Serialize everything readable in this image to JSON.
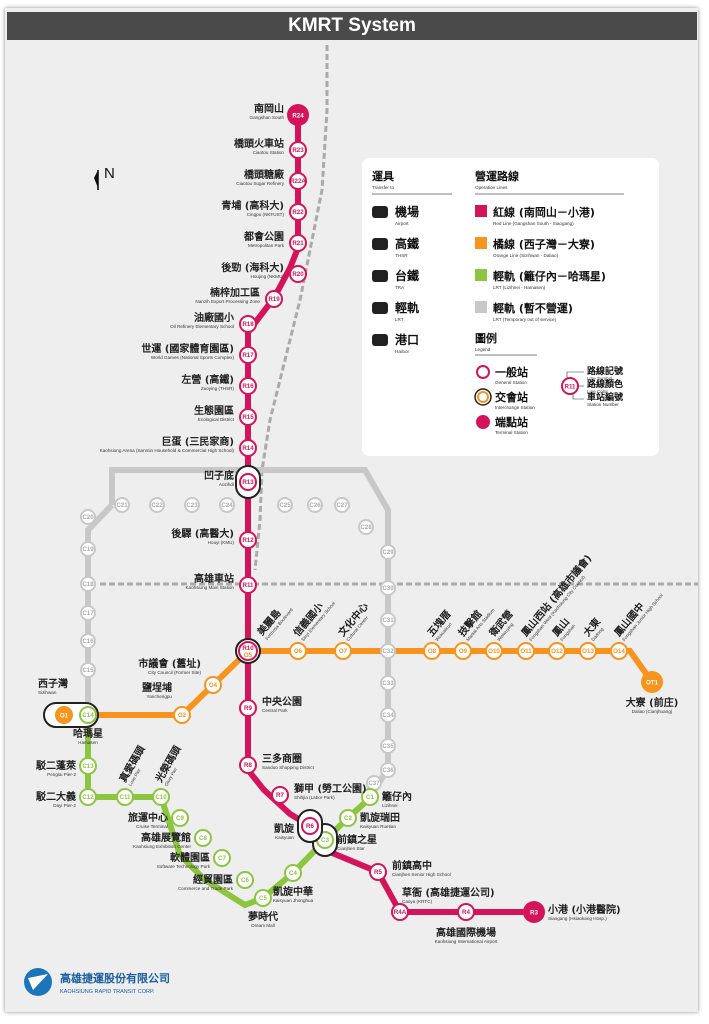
{
  "title": "KMRT System",
  "north": "N",
  "colors": {
    "red": "#d4145a",
    "orange": "#f7941d",
    "green": "#8cc63f",
    "gray": "#c8c8c8",
    "title_bg": "#4a4a4a"
  },
  "legend": {
    "transfer_title": "運具",
    "transfer_sub": "Transfer to",
    "transfer_items": [
      {
        "label": "機場",
        "sub": "Airport",
        "icon": "airplane-icon"
      },
      {
        "label": "高鐵",
        "sub": "THSR",
        "icon": "high-speed-rail-icon"
      },
      {
        "label": "台鐵",
        "sub": "TRA",
        "icon": "train-icon"
      },
      {
        "label": "輕軌",
        "sub": "LRT",
        "icon": "tram-icon"
      },
      {
        "label": "港口",
        "sub": "Harbor",
        "icon": "ferry-icon"
      }
    ],
    "lines_title": "營運路線",
    "lines_sub": "Operation Lines",
    "lines": [
      {
        "label": "紅線 (南岡山－小港)",
        "sub": "Red Line (Gangshan South - Siaogang)",
        "color": "#d4145a"
      },
      {
        "label": "橘線 (西子灣－大寮)",
        "sub": "Orange Line (Sizihwan - Daliao)",
        "color": "#f7941d"
      },
      {
        "label": "輕軌 (籬仔內－哈瑪星)",
        "sub": "LRT (Lizihnei - Hamasen)",
        "color": "#8cc63f"
      },
      {
        "label": "輕軌 (暫不營運)",
        "sub": "LRT (Temporary out of service)",
        "color": "#c8c8c8"
      }
    ],
    "key_title": "圖例",
    "key_sub": "Legend",
    "keys": [
      {
        "label": "一般站",
        "sub": "General Station"
      },
      {
        "label": "交會站",
        "sub": "Interchange Station"
      },
      {
        "label": "端點站",
        "sub": "Terminal Station"
      }
    ],
    "symbol_sample": "R11",
    "symbol_labels": [
      {
        "label": "路線記號",
        "sub": "Line Symbol"
      },
      {
        "label": "路線顏色",
        "sub": "Line Color"
      },
      {
        "label": "車站編號",
        "sub": "Station Number"
      }
    ]
  },
  "red_stations": [
    {
      "id": "R24",
      "name": "南岡山",
      "en": "Gangshan South",
      "terminal": true
    },
    {
      "id": "R23",
      "name": "橋頭火車站",
      "en": "Ciaotou Station"
    },
    {
      "id": "R22A",
      "name": "橋頭糖廠",
      "en": "Ciaotou Sugar Refinery"
    },
    {
      "id": "R22",
      "name": "青埔 (高科大)",
      "en": "Cingpu (NKFUST)"
    },
    {
      "id": "R21",
      "name": "都會公園",
      "en": "Metropolitan Park"
    },
    {
      "id": "R20",
      "name": "後勁 (海科大)",
      "en": "Houjing (NKMU)"
    },
    {
      "id": "R19",
      "name": "楠梓加工區",
      "en": "Nanzih Export Processing Zone"
    },
    {
      "id": "R18",
      "name": "油廠國小",
      "en": "Oil Refinery Elementary School"
    },
    {
      "id": "R17",
      "name": "世運 (國家體育園區)",
      "en": "World Games (National Sports Complex)"
    },
    {
      "id": "R16",
      "name": "左營 (高鐵)",
      "en": "Zuoying (THSR)"
    },
    {
      "id": "R15",
      "name": "生態園區",
      "en": "Ecological District"
    },
    {
      "id": "R14",
      "name": "巨蛋 (三民家商)",
      "en": "Kaohsiung Arena (Sanmin Household & Commercial High School)"
    },
    {
      "id": "R13",
      "name": "凹子底",
      "en": "Aozihdi",
      "interchange": true
    },
    {
      "id": "R12",
      "name": "後驛 (高醫大)",
      "en": "Houyi (KMU)"
    },
    {
      "id": "R11",
      "name": "高雄車站",
      "en": "Kaohsiung Main Station"
    },
    {
      "id": "R10",
      "name": "美麗島",
      "en": "Formosa Boulevard",
      "interchange": true
    },
    {
      "id": "R9",
      "name": "中央公園",
      "en": "Central Park"
    },
    {
      "id": "R8",
      "name": "三多商圈",
      "en": "Sanduo Shopping District"
    },
    {
      "id": "R7",
      "name": "獅甲 (勞工公園)",
      "en": "Shihjia (Labor Park)"
    },
    {
      "id": "R6",
      "name": "凱旋",
      "en": "Kaisyuan",
      "interchange": true
    },
    {
      "id": "R5",
      "name": "前鎮高中",
      "en": "Cianjhen Senior High School"
    },
    {
      "id": "R4A",
      "name": "草衙 (高雄捷運公司)",
      "en": "Caoya (KRTC)"
    },
    {
      "id": "R4",
      "name": "高雄國際機場",
      "en": "Kaohsiung International Airport"
    },
    {
      "id": "R3",
      "name": "小港 (小港醫院)",
      "en": "Siaogang (Hsiaokang Hosp.)",
      "terminal": true
    }
  ],
  "orange_stations": [
    {
      "id": "O1",
      "name": "西子灣",
      "en": "Sizihwan",
      "terminal": true
    },
    {
      "id": "O2",
      "name": "鹽埕埔",
      "en": "Yanchengpu"
    },
    {
      "id": "O4",
      "name": "市議會 (舊址)",
      "en": "City Council (Former Site)"
    },
    {
      "id": "O5",
      "name": "美麗島",
      "en": "Formosa Boulevard"
    },
    {
      "id": "O6",
      "name": "信義國小",
      "en": "Sinyi Elementary School"
    },
    {
      "id": "O7",
      "name": "文化中心",
      "en": "Cultural Center"
    },
    {
      "id": "O8",
      "name": "五塊厝",
      "en": "Wukuaicuo"
    },
    {
      "id": "O9",
      "name": "技擊館",
      "en": "Martial Arts Stadium"
    },
    {
      "id": "O10",
      "name": "衛武營",
      "en": "Weiwuying"
    },
    {
      "id": "O11",
      "name": "鳳山西站 (高雄市議會)",
      "en": "Fongshan West (Kaohsiung City Council)"
    },
    {
      "id": "O12",
      "name": "鳳山",
      "en": "Fongshan"
    },
    {
      "id": "O13",
      "name": "大東",
      "en": "Dadong"
    },
    {
      "id": "O14",
      "name": "鳳山國中",
      "en": "Fongshan Junior High School"
    },
    {
      "id": "OT1",
      "name": "大寮 (前庄)",
      "en": "Daliao (Cianjhuang)",
      "terminal": true
    }
  ],
  "lrt_stations": [
    {
      "id": "C1",
      "name": "籬仔內",
      "en": "Lizihnei"
    },
    {
      "id": "C2",
      "name": "凱旋瑞田",
      "en": "Kaisyuan Ruetian"
    },
    {
      "id": "C3",
      "name": "前鎮之星",
      "en": "Cianjhen Star"
    },
    {
      "id": "C4",
      "name": "凱旋中華",
      "en": "Kaisyuan Jhonghua"
    },
    {
      "id": "C5",
      "name": "夢時代",
      "en": "Dream Mall"
    },
    {
      "id": "C6",
      "name": "經貿園區",
      "en": "Commerce and Trade Park"
    },
    {
      "id": "C7",
      "name": "軟體園區",
      "en": "Software Technology Park"
    },
    {
      "id": "C8",
      "name": "高雄展覽館",
      "en": "Kaohsiung Exhibition Center"
    },
    {
      "id": "C9",
      "name": "旅運中心",
      "en": "Cruise Terminal"
    },
    {
      "id": "C10",
      "name": "光榮碼頭",
      "en": "Glory Pier"
    },
    {
      "id": "C11",
      "name": "真愛碼頭",
      "en": "Love Pier"
    },
    {
      "id": "C12",
      "name": "駁二大義",
      "en": "Dayi Pier-2"
    },
    {
      "id": "C13",
      "name": "駁二蓬萊",
      "en": "Penglai Pier-2"
    },
    {
      "id": "C14",
      "name": "哈瑪星",
      "en": "Hamasen"
    }
  ],
  "gray_stations": [
    "C15",
    "C16",
    "C17",
    "C18",
    "C19",
    "C20",
    "C21",
    "C22",
    "C23",
    "C24",
    "C25",
    "C26",
    "C27",
    "C28",
    "C29",
    "C30",
    "C31",
    "C32",
    "C33",
    "C34",
    "C35",
    "C36",
    "C37"
  ],
  "company": {
    "name": "高雄捷運股份有限公司",
    "en": "KAOHSIUNG RAPID TRANSIT CORP."
  }
}
